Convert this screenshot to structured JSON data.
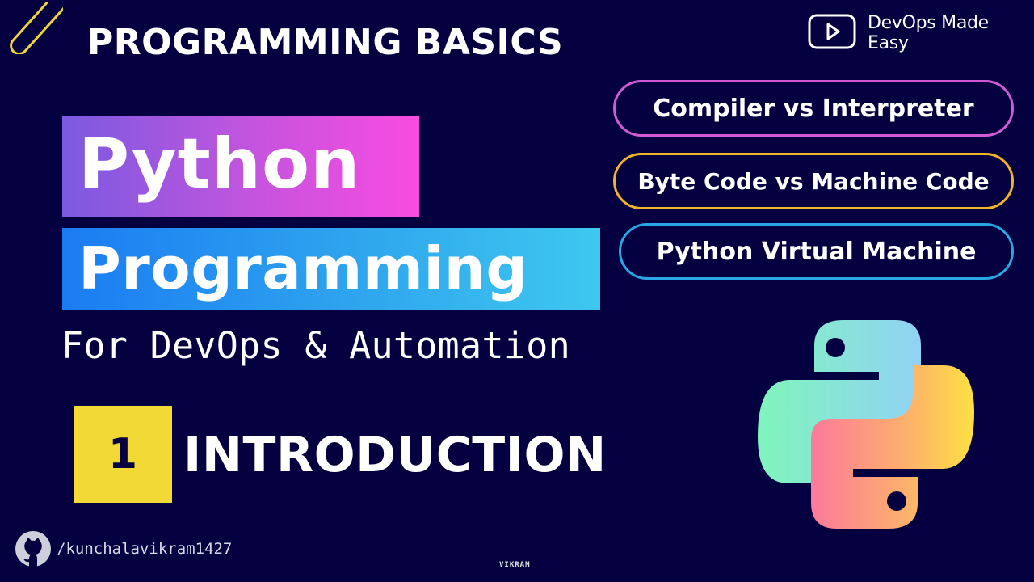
{
  "header": {
    "title": "PROGRAMMING BASICS",
    "decor_icon": "paperclip-icon"
  },
  "brand": {
    "icon": "play-button-icon",
    "label": "DevOps Made Easy"
  },
  "hero": {
    "line1": "Python",
    "line2": "Programming",
    "subtitle": "For DevOps & Automation"
  },
  "episode": {
    "number": "1",
    "title": "INTRODUCTION"
  },
  "topics": [
    {
      "label": "Compiler vs Interpreter",
      "color": "#d05bd5"
    },
    {
      "label": "Byte Code vs Machine Code",
      "color": "#f0b42b"
    },
    {
      "label": "Python Virtual Machine",
      "color": "#2aa6e6"
    }
  ],
  "footer": {
    "github_icon": "github-icon",
    "github_handle": "/kunchalavikram1427",
    "watermark": "VIKRAM"
  },
  "colors": {
    "background": "#05003f",
    "python_gradient": [
      "#7a5ae0",
      "#f94be0"
    ],
    "programming_gradient": [
      "#1b7cf2",
      "#3ec8ef"
    ],
    "number_box": "#f3d935"
  }
}
